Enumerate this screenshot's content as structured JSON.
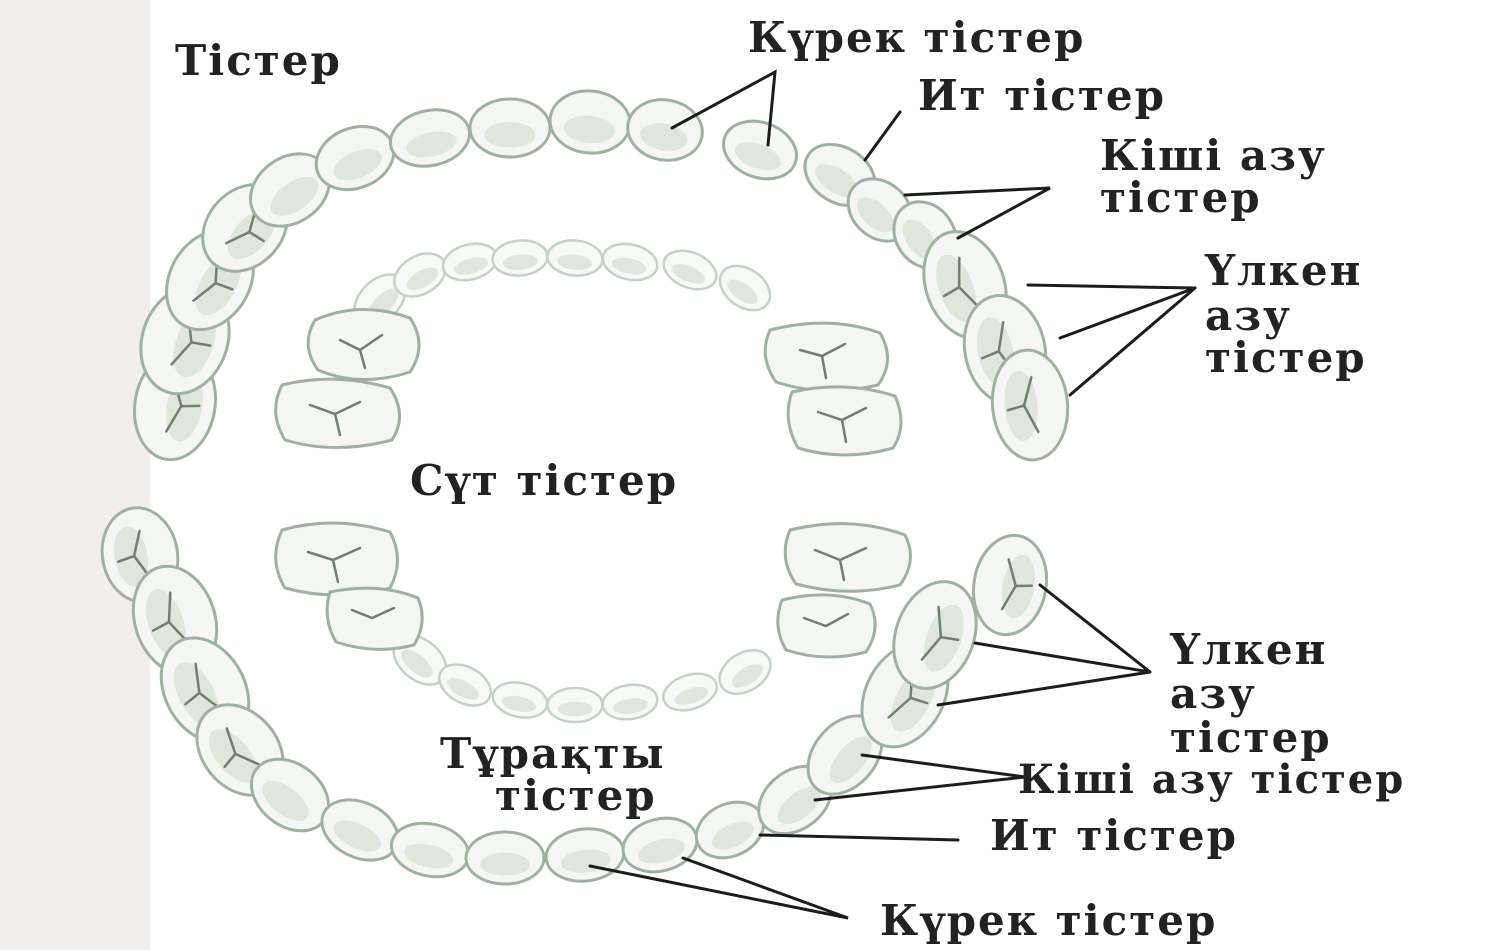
{
  "labels": {
    "permanent_title": "Тістер",
    "milk_title": "Сүт тістер",
    "incisors_top": "Күрек тістер",
    "canines_top": "Ит тістер",
    "premolars_top_1": "Кіші азу",
    "premolars_top_2": "тістер",
    "molars_top_1": "Үлкен",
    "molars_top_2": "азу",
    "molars_top_3": "тістер",
    "molars_bottom_1": "Үлкен",
    "molars_bottom_2": "азу",
    "molars_bottom_3": "тістер",
    "permanent_teeth_1": "Тұрақты",
    "permanent_teeth_2": "тістер",
    "premolars_bottom": "Кіші азу тістер",
    "canines_bottom": "Ит тістер",
    "incisors_bottom": "Күрек тістер"
  },
  "colors": {
    "background": "#ffffff",
    "tooth_fill": "#f4f7f3",
    "tooth_outline": "#9fb2a2",
    "label_text": "#222222",
    "leader_line": "#1c1c1c"
  }
}
